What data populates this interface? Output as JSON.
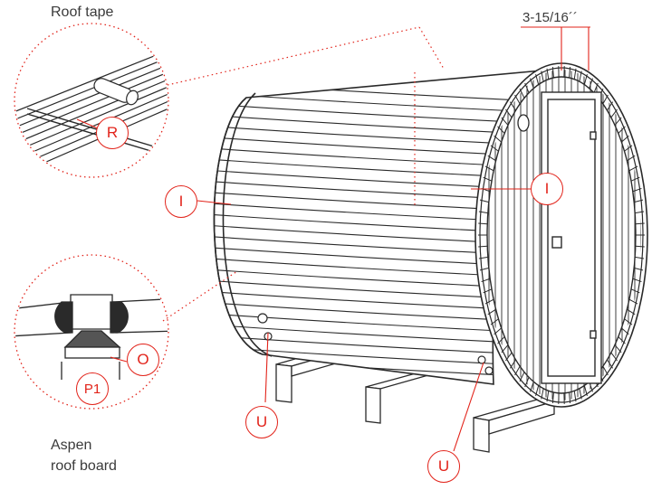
{
  "labels": {
    "roof_tape": "Roof tape",
    "aspen_line1": "Aspen",
    "aspen_line2": "roof board",
    "dimension": "3-15/16´´"
  },
  "callouts": {
    "r": "R",
    "i_left": "I",
    "i_right": "I",
    "o": "O",
    "p1": "P1",
    "u_left": "U",
    "u_right": "U"
  },
  "colors": {
    "accent_red": "#e2231a",
    "line": "#2a2a2a",
    "text": "#3a3a3a"
  }
}
